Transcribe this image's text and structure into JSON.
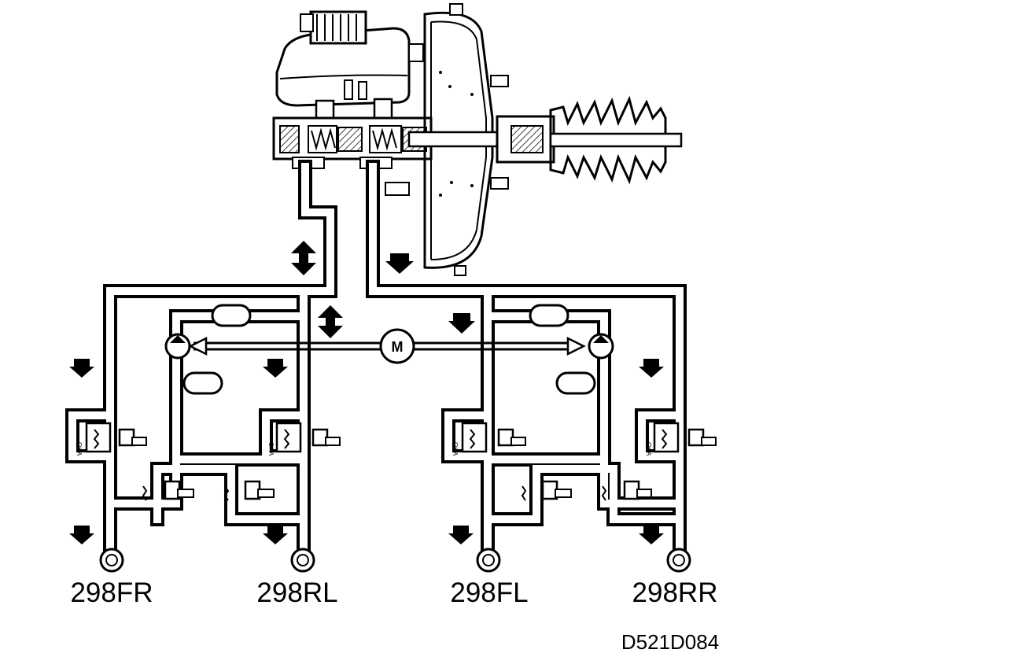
{
  "motor": {
    "label": "M"
  },
  "wheels": [
    {
      "id": "fr",
      "label": "298FR"
    },
    {
      "id": "rl",
      "label": "298RL"
    },
    {
      "id": "fl",
      "label": "298FL"
    },
    {
      "id": "rr",
      "label": "298RR"
    }
  ],
  "reference_code": "D521D084",
  "valve_marks": [
    "OHA",
    "OHA",
    "OHA",
    "OHA"
  ]
}
